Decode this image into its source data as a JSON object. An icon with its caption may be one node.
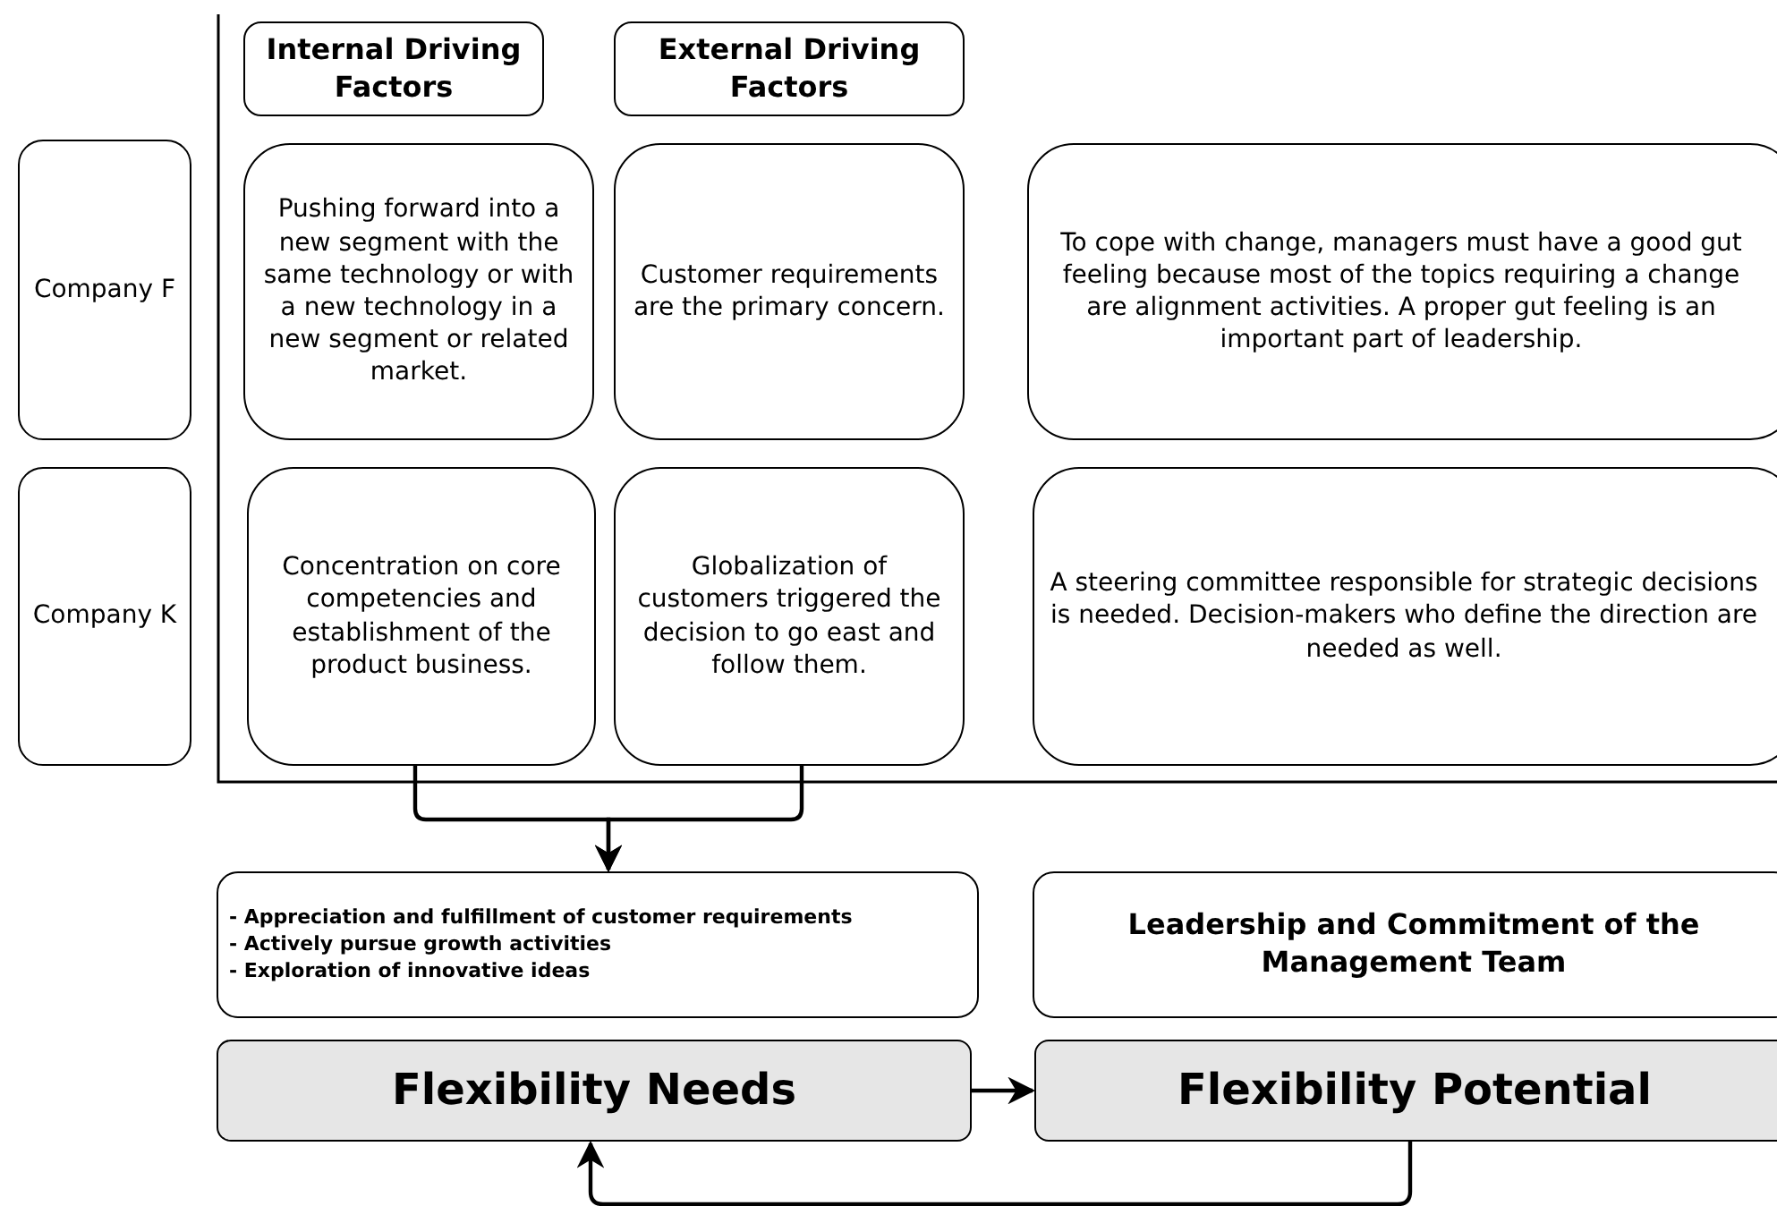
{
  "diagram": {
    "nodes": [
      {
        "text": [
          "Internal Driving Factors"
        ]
      },
      {
        "text": [
          "External Driving Factors"
        ]
      },
      {
        "text": [
          "Company F"
        ]
      },
      {
        "text": [
          "Pushing forward into a new segment with the same technology or with a new technology in a new segment or related market."
        ]
      },
      {
        "text": [
          "Customer requirements are the primary concern."
        ]
      },
      {
        "text": [
          "To cope with change, managers must have a good gut feeling because most of the topics requiring a change are alignment activities. A proper gut feeling is an important part of leadership."
        ]
      },
      {
        "text": [
          "Company K"
        ]
      },
      {
        "text": [
          "Concentration on core competencies and establishment of the product business."
        ]
      },
      {
        "text": [
          "Globalization of customers triggered the decision to go east and follow them."
        ]
      },
      {
        "text": [
          "A steering committee responsible for strategic decisions is needed. Decision-makers who define the direction are needed as well."
        ]
      },
      {
        "text": [
          "- Appreciation and fulfillment of customer requirements",
          "- Actively pursue growth activities",
          "- Exploration of innovative ideas"
        ]
      },
      {
        "text": [
          "Leadership and Commitment of the Management Team"
        ]
      },
      {
        "text": [
          "Flexibility Needs"
        ]
      },
      {
        "text": [
          "Flexibility Potential"
        ]
      }
    ],
    "edges": [
      {
        "from": 7,
        "to": 10,
        "arrow": "to"
      },
      {
        "from": 8,
        "to": 10,
        "arrow": "to"
      },
      {
        "from": 12,
        "to": 13,
        "arrow": "to"
      },
      {
        "from": 13,
        "to": 12,
        "arrow": "to"
      }
    ]
  }
}
